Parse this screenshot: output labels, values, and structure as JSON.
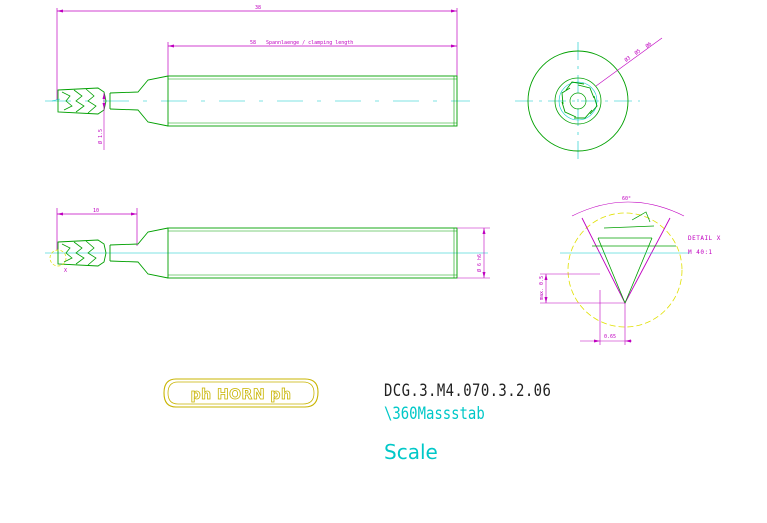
{
  "drawing": {
    "overall_length": "38",
    "clamping_length_value": "58",
    "clamping_length_text": "Spannlaenge / clamping length",
    "neck_diameter": "Ø 1.5",
    "shank_diameter_labels": [
      "Ø3",
      "Ø5",
      "Ø6"
    ],
    "cutting_length": "10",
    "shank_diameter": "Ø 6 h6",
    "corner_label": "X",
    "tip_angle": "60°",
    "detail_title": "DETAIL X",
    "detail_scale": "M 40:1",
    "detail_height": "max. 0.5",
    "detail_width": "0.65"
  },
  "logo": {
    "brand": "ph HORN ph"
  },
  "title_block": {
    "part_number": "DCG.3.M4.070.3.2.06",
    "scale_ref": "\\360Massstab",
    "scale_label": "Scale"
  },
  "colors": {
    "outline": "#00a000",
    "dimension": "#c000c0",
    "centerline": "#00c8c8",
    "logo": "#c8b400",
    "detail_circle": "#e0e000"
  }
}
